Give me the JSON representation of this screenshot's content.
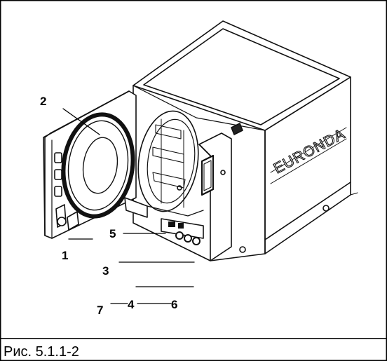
{
  "figure": {
    "caption": "Рис. 5.1.1-2",
    "brand_text": "EURONDA",
    "callouts": {
      "c1": "1",
      "c2": "2",
      "c3": "3",
      "c4": "4",
      "c5": "5",
      "c6": "6",
      "c7": "7"
    }
  }
}
